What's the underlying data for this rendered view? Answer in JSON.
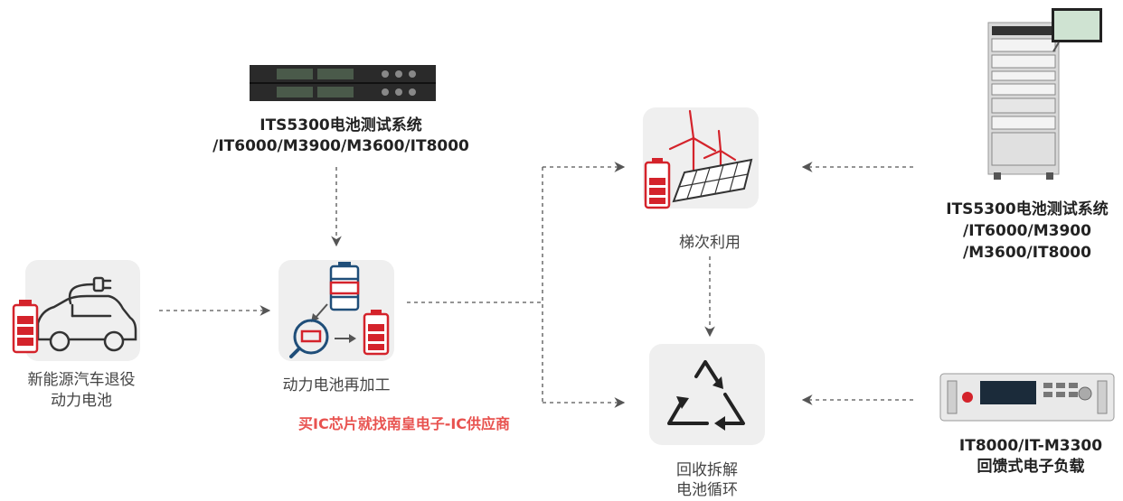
{
  "nodes": {
    "ev": {
      "label_line1": "新能源汽车退役",
      "label_line2": "动力电池"
    },
    "reprocess": {
      "label": "动力电池再加工"
    },
    "secondary_use": {
      "label": "梯次利用"
    },
    "recycle": {
      "label_line1": "回收拆解",
      "label_line2": "电池循环"
    }
  },
  "equipment": {
    "top_system": {
      "line1": "ITS5300电池测试系统",
      "line2": "/IT6000/M3900/M3600/IT8000"
    },
    "right_system": {
      "line1": "ITS5300电池测试系统",
      "line2": "/IT6000/M3900",
      "line3": "/M3600/IT8000"
    },
    "load": {
      "line1": "IT8000/IT-M3300",
      "line2": "回馈式电子负载"
    }
  },
  "watermark": "买IC芯片就找南皇电子-IC供应商",
  "colors": {
    "accent_red": "#d4232b",
    "navy": "#1f4e79",
    "icon_dark": "#333333",
    "tile_bg": "#efefef",
    "arrow": "#555555"
  }
}
